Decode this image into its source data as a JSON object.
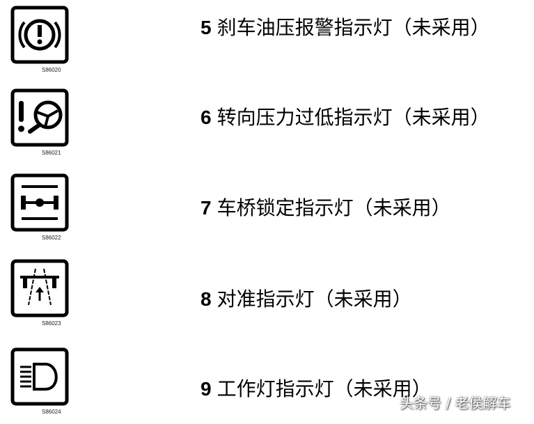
{
  "items": [
    {
      "num": "5",
      "label": "刹车油压报警指示灯（未采用）",
      "code": "S86020",
      "icon": "brake-pressure-warning-icon"
    },
    {
      "num": "6",
      "label": "转向压力过低指示灯（未采用）",
      "code": "S86021",
      "icon": "low-steering-pressure-icon"
    },
    {
      "num": "7",
      "label": "车桥锁定指示灯（未采用）",
      "code": "S86022",
      "icon": "axle-lock-icon"
    },
    {
      "num": "8",
      "label": "对准指示灯（未采用）",
      "code": "S86023",
      "icon": "alignment-icon"
    },
    {
      "num": "9",
      "label": "工作灯指示灯（未采用）",
      "code": "S86024",
      "icon": "work-light-icon"
    }
  ],
  "watermark": "头条号 / 老侯解车"
}
